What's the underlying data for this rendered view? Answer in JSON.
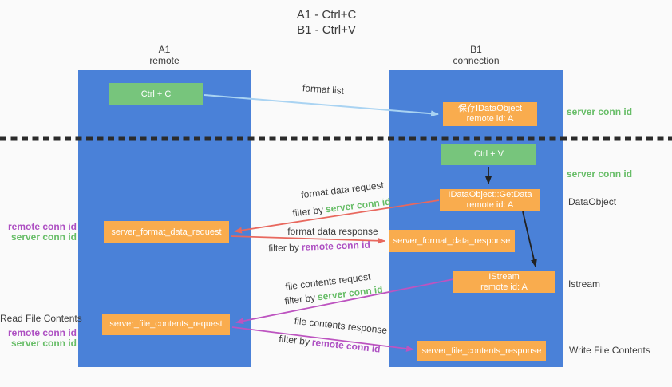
{
  "title": {
    "line1": "A1 - Ctrl+C",
    "line2": "B1 - Ctrl+V"
  },
  "lanes": {
    "left": {
      "title": "A1",
      "subtitle": "remote"
    },
    "right": {
      "title": "B1",
      "subtitle": "connection"
    }
  },
  "nodes": {
    "ctrl_c": {
      "label": "Ctrl + C"
    },
    "ctrl_v": {
      "label": "Ctrl + V"
    },
    "save_dataobject": {
      "line1": "保存IDataObject",
      "line2": "remote id: A"
    },
    "getdata": {
      "line1": "IDataObject::GetData",
      "line2": "remote id: A"
    },
    "istream": {
      "line1": "IStream",
      "line2": "remote id: A"
    },
    "server_format_data_request": {
      "label": "server_format_data_request"
    },
    "server_format_data_response": {
      "label": "server_format_data_response"
    },
    "server_file_contents_request": {
      "label": "server_file_contents_request"
    },
    "server_file_contents_response": {
      "label": "server_file_contents_response"
    }
  },
  "flow_labels": {
    "format_list": "format list",
    "format_data_request": "format data request",
    "format_data_response": "format data response",
    "file_contents_request": "file contents request",
    "file_contents_response": "file contents response",
    "filter_by": "filter by",
    "server_conn_id": "server conn id",
    "remote_conn_id": "remote conn id"
  },
  "side_labels": {
    "right_server_conn_id_top": "server conn id",
    "right_server_conn_id_mid": "server conn id",
    "dataobject": "DataObject",
    "istream": "Istream",
    "write_file_contents": "Write File Contents",
    "read_file_contents": "Read File Contents",
    "left_mid_remote_conn_id": "remote conn id",
    "left_mid_server_conn_id": "server conn id",
    "left_bottom_remote_conn_id": "remote conn id",
    "left_bottom_server_conn_id": "server conn id"
  },
  "colors": {
    "lane_blue": "#4a81d8",
    "node_green": "#77c57c",
    "node_orange": "#f9ac4e",
    "arrow_red": "#e8685e",
    "arrow_purple": "#bd54c0",
    "arrow_light_blue": "#a9d3f2",
    "arrow_black": "#222222",
    "text_green": "#67bd67",
    "text_purple": "#ad4fc2",
    "text_dark": "#3c3c3c",
    "background": "#fafafa"
  }
}
